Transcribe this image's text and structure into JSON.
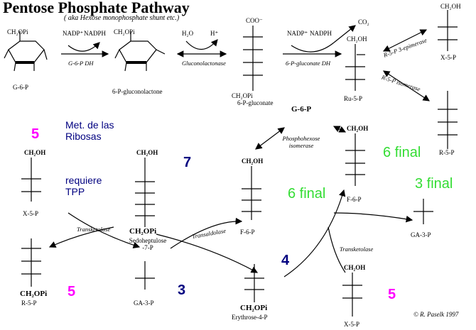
{
  "title": "Pentose Phosphate Pathway",
  "subtitle": "( aka Hexose monophosphate shunt etc.)",
  "notes": {
    "met_ribosas": "Met. de las Ribosas",
    "requiere_tpp": "requiere TPP"
  },
  "numbers": {
    "r5p_left": "5",
    "x5p_left": "5",
    "s7p": "7",
    "ga3p_mid": "3",
    "e4p": "4",
    "x5p_right": "5",
    "final_6_a": "6 final",
    "final_6_b": "6 final",
    "final_3": "3 final"
  },
  "molecules": {
    "g6p": "G-6-P",
    "pgl": "6-P-gluconolactone",
    "pgluconate": "6-P-gluconate",
    "ru5p": "Ru-5-P",
    "x5p_top": "X-5-P",
    "r5p_top": "R-5-P",
    "g6p_center": "G-6-P",
    "f6p_right": "F-6-P",
    "f6p_mid": "F-6-P",
    "x5p_left": "X-5-P",
    "s7p": "Sedoheptulose -7-P",
    "r5p_left": "R-5-P",
    "ga3p_left": "GA-3-P",
    "e4p": "Erythrose-4-P",
    "ga3p_right": "GA-3-P",
    "x5p_right": "X-5-P"
  },
  "cofactors": {
    "nadp": "NADP⁺",
    "nadph": "NADPH",
    "h2o": "H₂O",
    "hplus": "H⁺",
    "nadp2": "NADP⁺",
    "nadph2": "NADPH",
    "co2": "CO₂"
  },
  "enzymes": {
    "g6pdh": "G-6-P DH",
    "gluconolactonase": "Gluconolactonase",
    "pgdh": "6-P-gluconate DH",
    "epimerase": "R-5-P 3-epimerase",
    "isomerase": "R-5-P isomerase",
    "phi": "Phosphohexose isomerase",
    "transketolase_left": "Transketolase",
    "transaldolase": "Transaldolase",
    "transketolase_right": "Transketolase"
  },
  "credit": "© R. Paselk 1997",
  "colors": {
    "magenta": "#ff00ff",
    "navy": "#000080",
    "green": "#33dd33"
  }
}
